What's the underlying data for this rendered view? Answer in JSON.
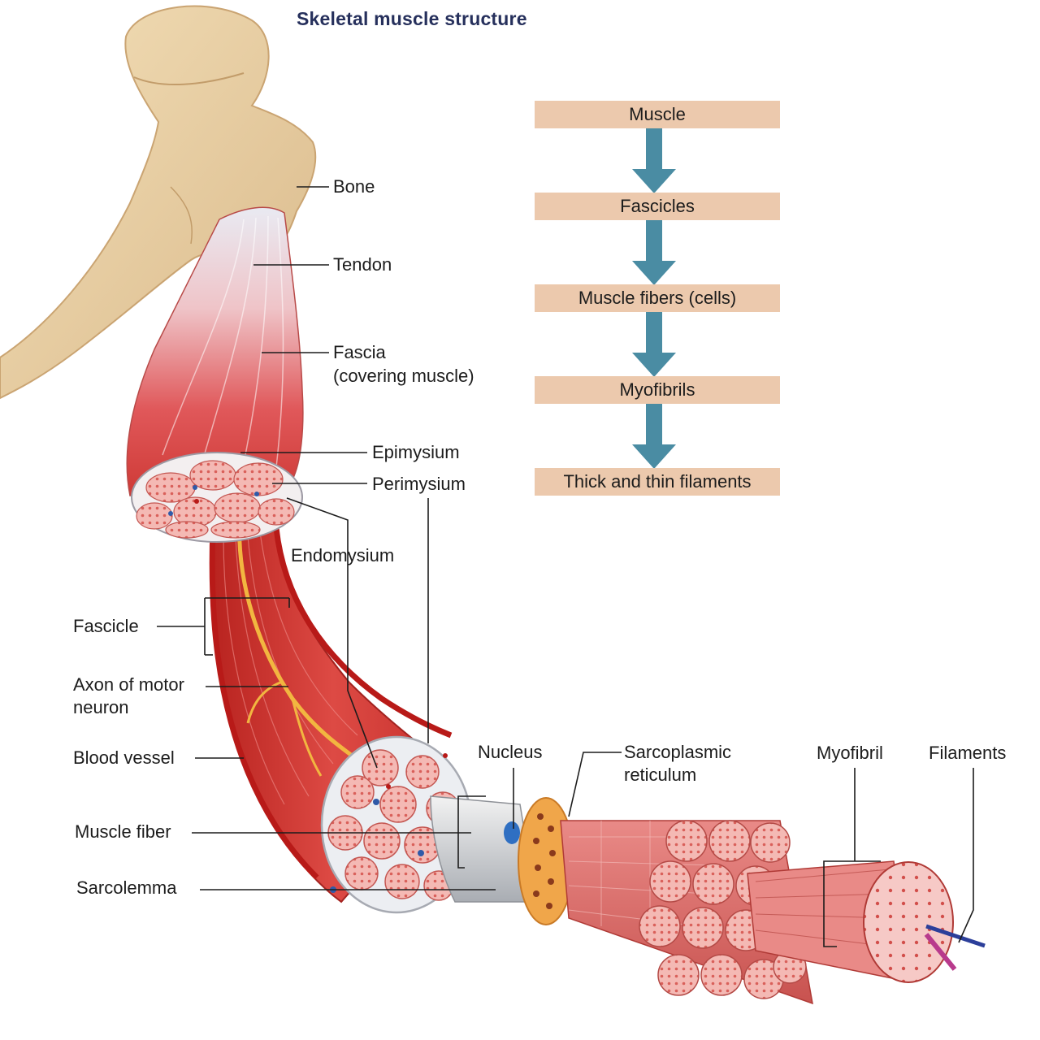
{
  "title": "Skeletal muscle structure",
  "hierarchy": [
    "Muscle",
    "Fascicles",
    "Muscle fibers (cells)",
    "Myofibrils",
    "Thick and thin filaments"
  ],
  "labels": {
    "bone": "Bone",
    "tendon": "Tendon",
    "fascia_line1": "Fascia",
    "fascia_line2": "(covering muscle)",
    "epimysium": "Epimysium",
    "perimysium": "Perimysium",
    "endomysium": "Endomysium",
    "fascicle": "Fascicle",
    "axon_line1": "Axon of motor",
    "axon_line2": "neuron",
    "blood_vessel": "Blood vessel",
    "muscle_fiber": "Muscle fiber",
    "sarcolemma": "Sarcolemma",
    "nucleus": "Nucleus",
    "sr_line1": "Sarcoplasmic",
    "sr_line2": "reticulum",
    "myofibril": "Myofibril",
    "filaments": "Filaments"
  },
  "colors": {
    "bone": "#e8cfa0",
    "muscle": "#d9403c",
    "tendon": "#dfe3ee",
    "flow_box": "#ecc9ad",
    "flow_arrow": "#4a8ca3",
    "nerve": "#f2b640",
    "fiber_pink": "#f2a8a6",
    "title": "#26305c"
  }
}
